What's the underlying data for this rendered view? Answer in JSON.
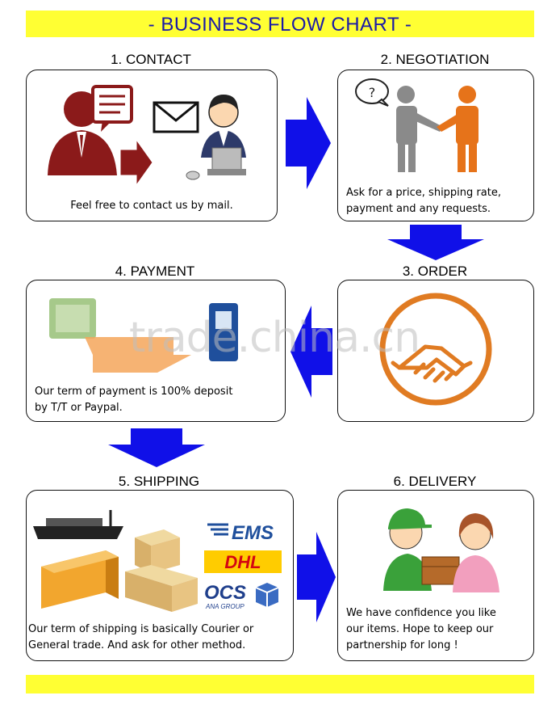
{
  "header": {
    "title": "- BUSINESS FLOW CHART -"
  },
  "steps": [
    {
      "title": "1. CONTACT",
      "caption": [
        "Feel free to contact us by mail."
      ]
    },
    {
      "title": "2. NEGOTIATION",
      "caption": [
        "Ask for a price, shipping rate,",
        "payment and any requests."
      ]
    },
    {
      "title": "3. ORDER",
      "caption": []
    },
    {
      "title": "4. PAYMENT",
      "caption": [
        "Our term of payment is 100% deposit",
        "by T/T or Paypal."
      ]
    },
    {
      "title": "5. SHIPPING",
      "caption": [
        "Our term of shipping is basically Courier or",
        "General trade.  And ask for other method."
      ]
    },
    {
      "title": "6. DELIVERY",
      "caption": [
        "We have confidence you like",
        "our items. Hope to keep our",
        "partnership for long !"
      ]
    }
  ],
  "shipping_logos": {
    "ems": "EMS",
    "dhl": "DHL",
    "ocs": "OCS",
    "ocs_sub": "ANA GROUP"
  },
  "negotiation_bubble": "?",
  "watermark": "trade.china.cn",
  "colors": {
    "banner": "#ffff33",
    "title_text": "#1a1aa8",
    "arrow": "#1010e8",
    "contact_figure": "#8b1a1a",
    "order_orange": "#e07b22"
  }
}
